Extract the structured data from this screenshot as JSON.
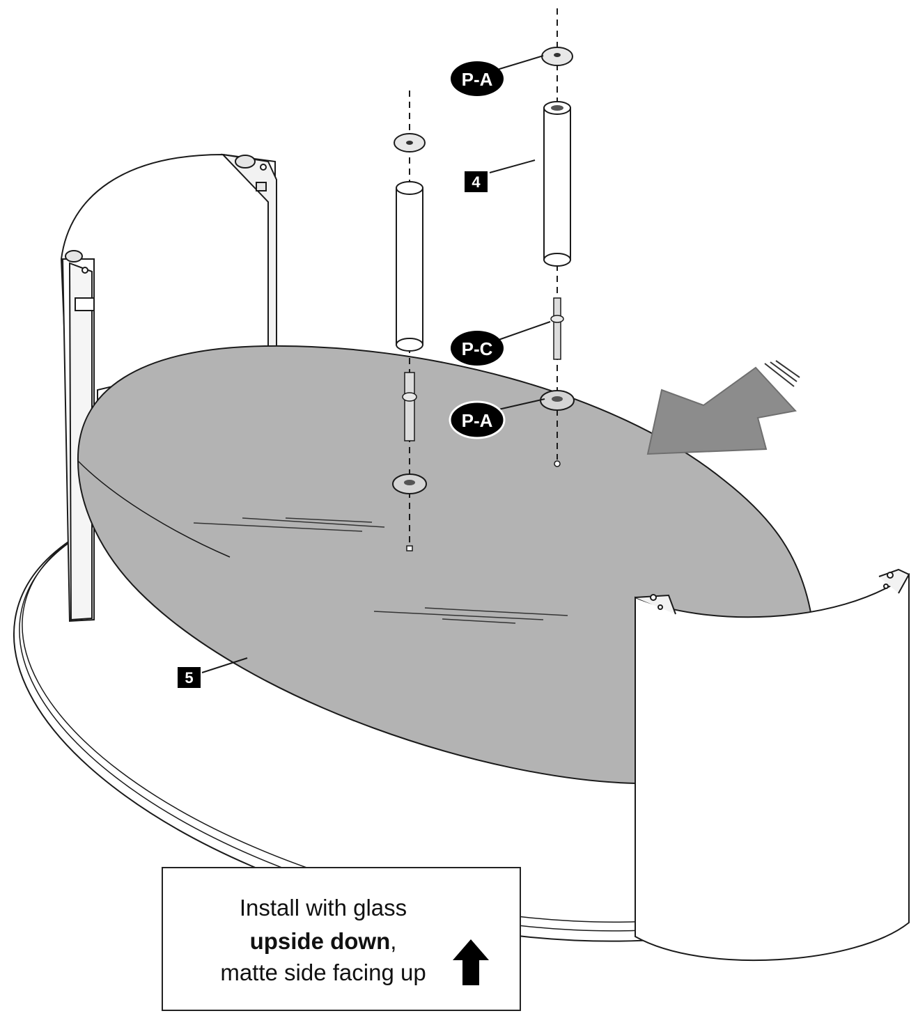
{
  "callouts": {
    "pa_top": "P-A",
    "part4": "4",
    "pc": "P-C",
    "pa_mid": "P-A",
    "part5": "5"
  },
  "note": {
    "line1": "Install with glass",
    "line2_bold": "upside down",
    "line2_rest": ",",
    "line3": "matte side facing up"
  },
  "icons": [
    "up-arrow-icon",
    "direction-arrow-icon"
  ],
  "colors": {
    "glass": "#b3b3b3",
    "direction_arrow": "#8c8c8c",
    "label_fill": "#000000",
    "outline": "#1a1a1a"
  }
}
